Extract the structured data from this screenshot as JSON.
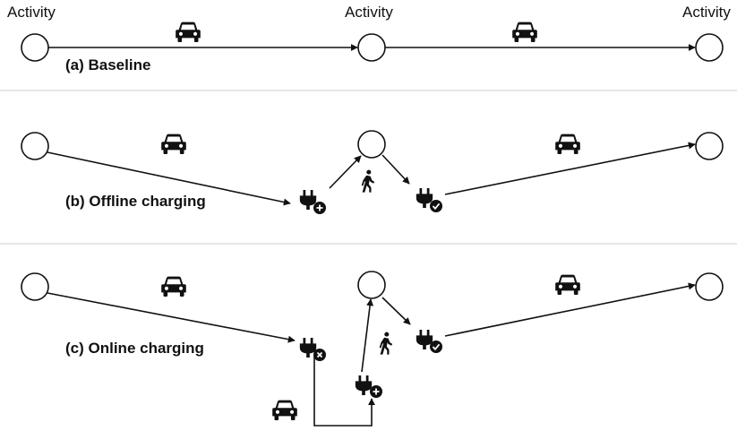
{
  "activity_labels": [
    "Activity",
    "Activity",
    "Activity"
  ],
  "panels": {
    "a": {
      "label": "(a) Baseline"
    },
    "b": {
      "label": "(b) Offline charging"
    },
    "c": {
      "label": "(c) Online charging"
    }
  },
  "icons": {
    "car": "car-icon",
    "walk": "walking-person-icon",
    "plug_add": "plug-plus-icon",
    "plug_done": "plug-check-icon",
    "plug_fail": "plug-cross-icon"
  },
  "colors": {
    "line": "#111111",
    "divider": "#dddddd",
    "background": "#ffffff"
  }
}
